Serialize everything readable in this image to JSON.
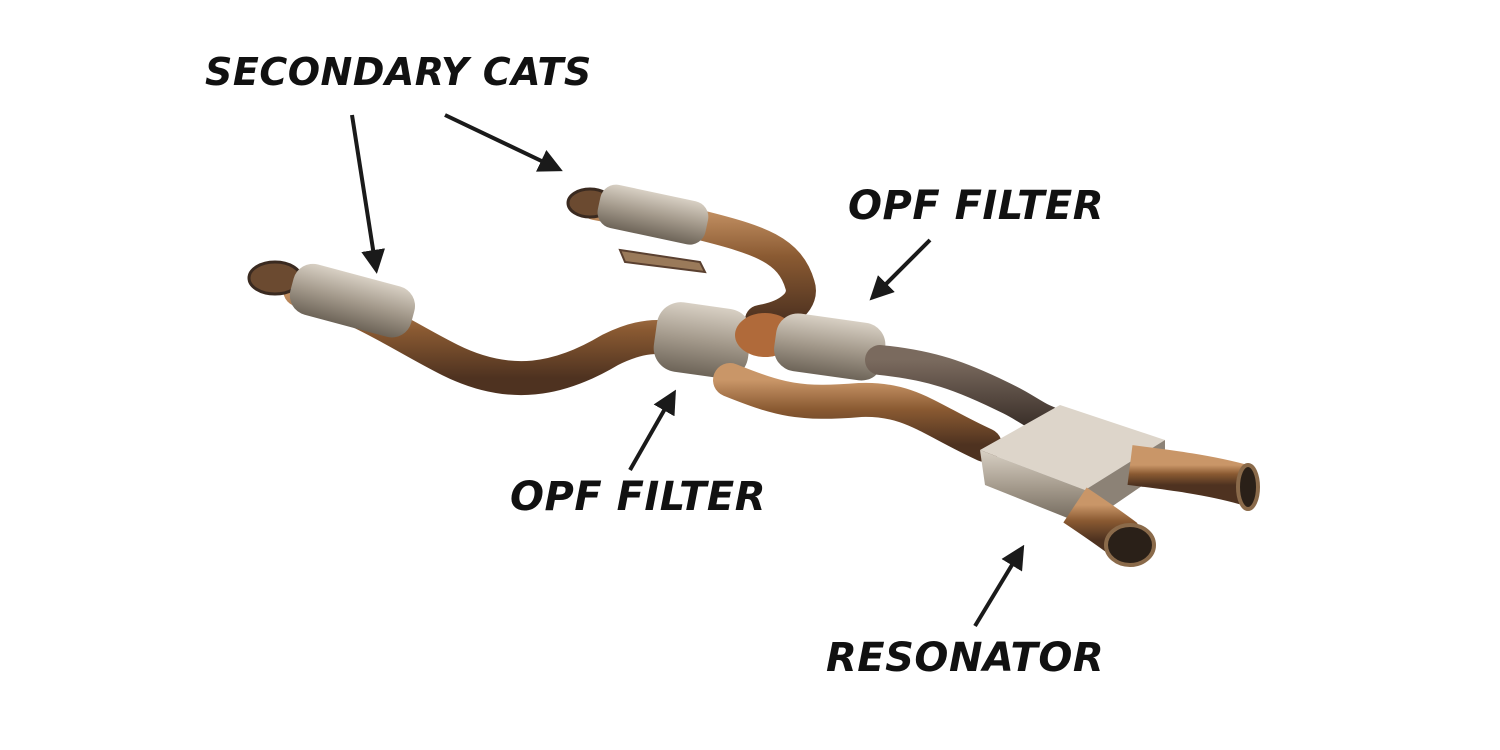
{
  "labels": {
    "secondary_cats": "SECONDARY CATS",
    "opf_filter_top": "OPF FILTER",
    "opf_filter_bottom": "OPF FILTER",
    "resonator": "RESONATOR"
  },
  "colors": {
    "background": "#ffffff",
    "label_text": "#111111",
    "arrow": "#1a1a1a",
    "pipe_bronze": "#8a5a32",
    "pipe_highlight": "#c08a58",
    "cat_steel": "#a49a8c"
  }
}
